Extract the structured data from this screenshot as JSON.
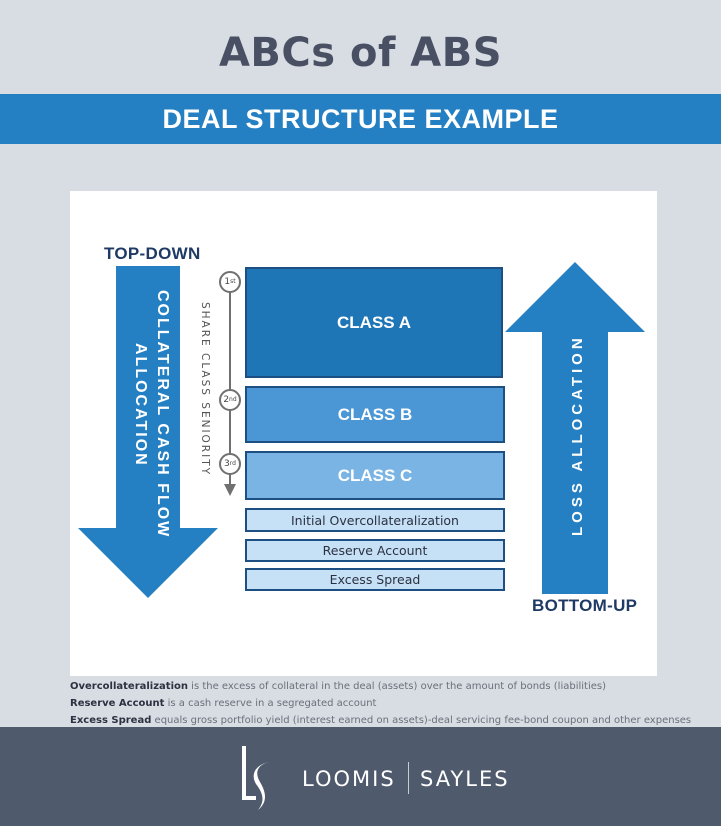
{
  "header": {
    "title": "ABCs of ABS",
    "subtitle": "DEAL STRUCTURE EXAMPLE"
  },
  "colors": {
    "background": "#d8dce3",
    "banner": "#2580c3",
    "arrow": "#2580c3",
    "class_a": "#1f76b6",
    "class_b": "#4b97d5",
    "class_c": "#7ab4e4",
    "support_boxes": "#c6e0f5",
    "footer": "#4f5a6d"
  },
  "diagram": {
    "left_arrow": {
      "top_label": "TOP-DOWN",
      "line1": "COLLATERAL CASH FLOW",
      "line2": "ALLOCATION"
    },
    "right_arrow": {
      "text": "LOSS ALLOCATION",
      "bottom_label": "BOTTOM-UP"
    },
    "seniority": {
      "label": "SHARE CLASS SENIORITY",
      "badges": [
        {
          "num": "1",
          "suffix": "st"
        },
        {
          "num": "2",
          "suffix": "nd"
        },
        {
          "num": "3",
          "suffix": "rd"
        }
      ]
    },
    "classes": [
      {
        "label": "CLASS A"
      },
      {
        "label": "CLASS B"
      },
      {
        "label": "CLASS C"
      }
    ],
    "support": [
      {
        "label": "Initial Overcollateralization"
      },
      {
        "label": "Reserve Account"
      },
      {
        "label": "Excess Spread"
      }
    ]
  },
  "notes": [
    {
      "term": "Overcollateralization",
      "text": " is the excess of collateral in the deal (assets) over the amount of  bonds (liabilities)"
    },
    {
      "term": "Reserve Account",
      "text": " is a cash reserve in a segregated account"
    },
    {
      "term": "Excess Spread",
      "text": " equals gross portfolio yield (interest earned on assets)-deal servicing fee-bond coupon and other expenses"
    }
  ],
  "footer": {
    "logo_mark": "LS",
    "brand_left": "LOOMIS",
    "brand_right": "SAYLES"
  }
}
